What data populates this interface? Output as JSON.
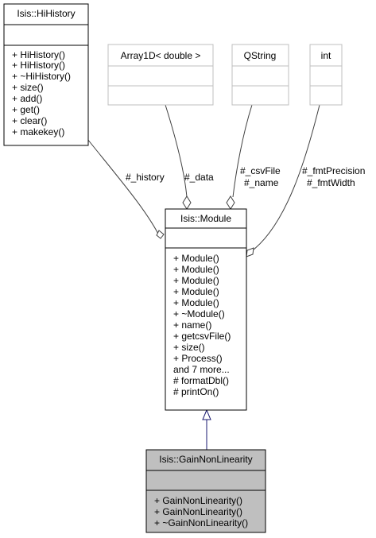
{
  "classes": {
    "hihistory": {
      "name": "Isis::HiHistory",
      "methods": [
        "+ HiHistory()",
        "+ HiHistory()",
        "+ ~HiHistory()",
        "+ size()",
        "+ add()",
        "+ get()",
        "+ clear()",
        "+ makekey()"
      ]
    },
    "array1d": {
      "name": "Array1D< double >"
    },
    "qstring": {
      "name": "QString"
    },
    "int": {
      "name": "int"
    },
    "module": {
      "name": "Isis::Module",
      "methods": [
        "+ Module()",
        "+ Module()",
        "+ Module()",
        "+ Module()",
        "+ Module()",
        "+ ~Module()",
        "+ name()",
        "+ getcsvFile()",
        "+ size()",
        "+ Process()",
        "and 7 more...",
        "# formatDbl()",
        "# printOn()"
      ]
    },
    "gainnonlinearity": {
      "name": "Isis::GainNonLinearity",
      "methods": [
        "+ GainNonLinearity()",
        "+ GainNonLinearity()",
        "+ ~GainNonLinearity()"
      ]
    }
  },
  "edges": {
    "history": "#_history",
    "data": "#_data",
    "csvfile": "#_csvFile",
    "name": "#_name",
    "fmtprecision": "#_fmtPrecision",
    "fmtwidth": "#_fmtWidth"
  }
}
